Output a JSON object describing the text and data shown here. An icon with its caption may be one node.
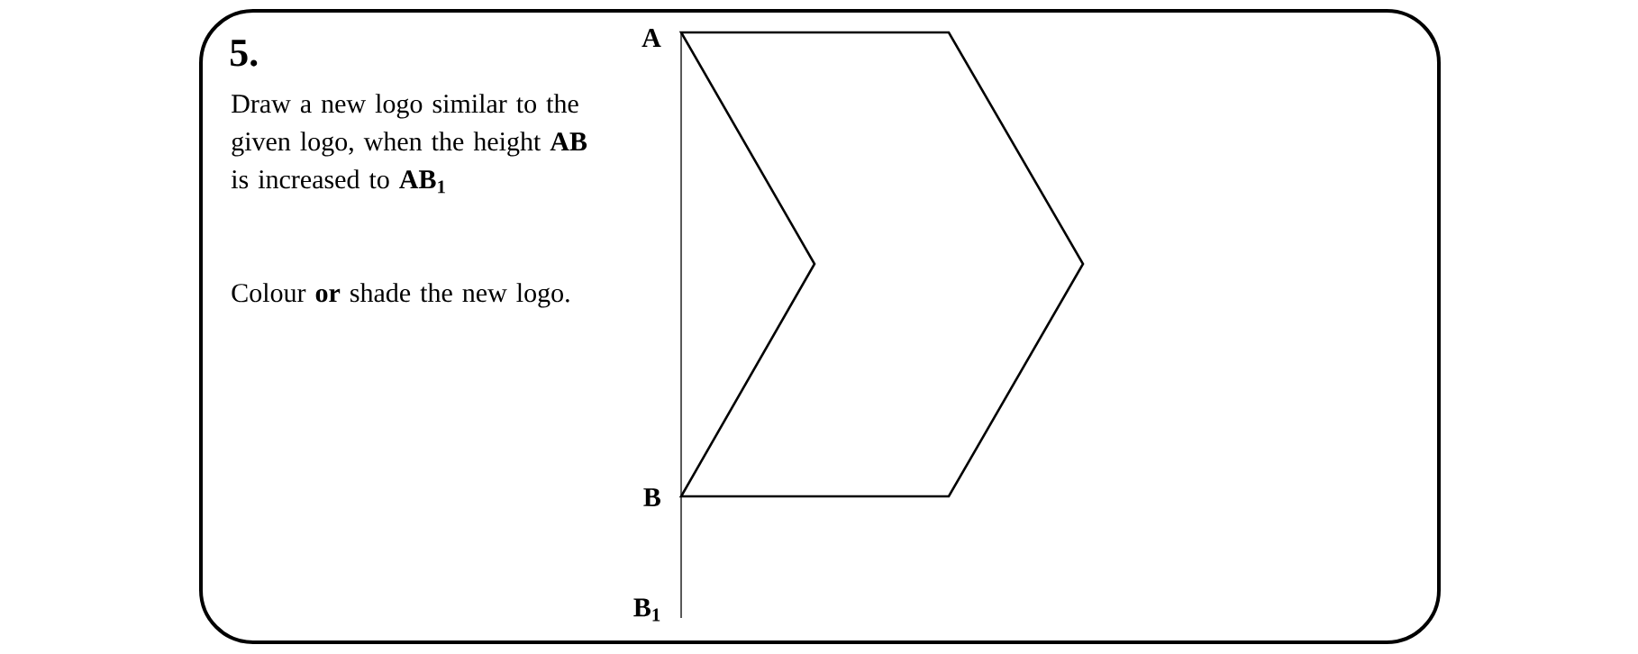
{
  "diagram": {
    "labels": [
      "5.",
      "Draw a new logo similar to the given logo, when the height **AB** is increased to **AB$_{1}$**",
      "Colour **or** shade the new logo.",
      "A",
      "B",
      "B$_{1}$"
    ]
  }
}
